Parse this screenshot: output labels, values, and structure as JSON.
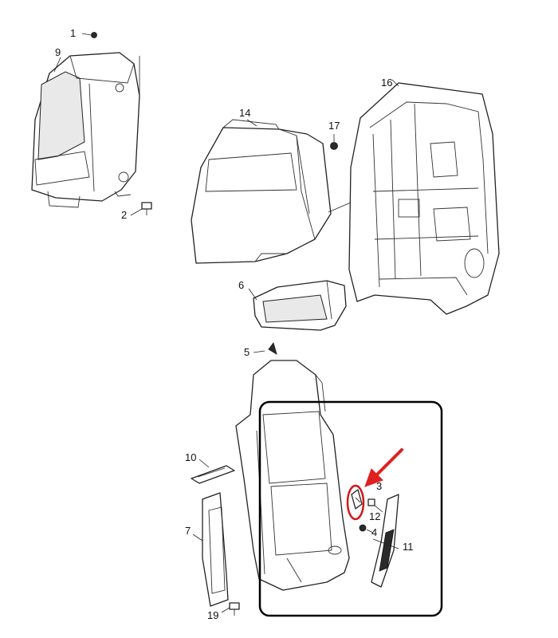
{
  "diagram": {
    "callouts": {
      "c1": "1",
      "c2": "2",
      "c3": "3",
      "c4": "4",
      "c5": "5",
      "c6": "6",
      "c7": "7",
      "c9": "9",
      "c10": "10",
      "c11": "11",
      "c12": "12",
      "c14": "14",
      "c16": "16",
      "c17": "17",
      "c19": "19"
    },
    "colors": {
      "highlight_box": "#000000",
      "highlight_ring": "#d01818",
      "arrow": "#e02020"
    }
  }
}
